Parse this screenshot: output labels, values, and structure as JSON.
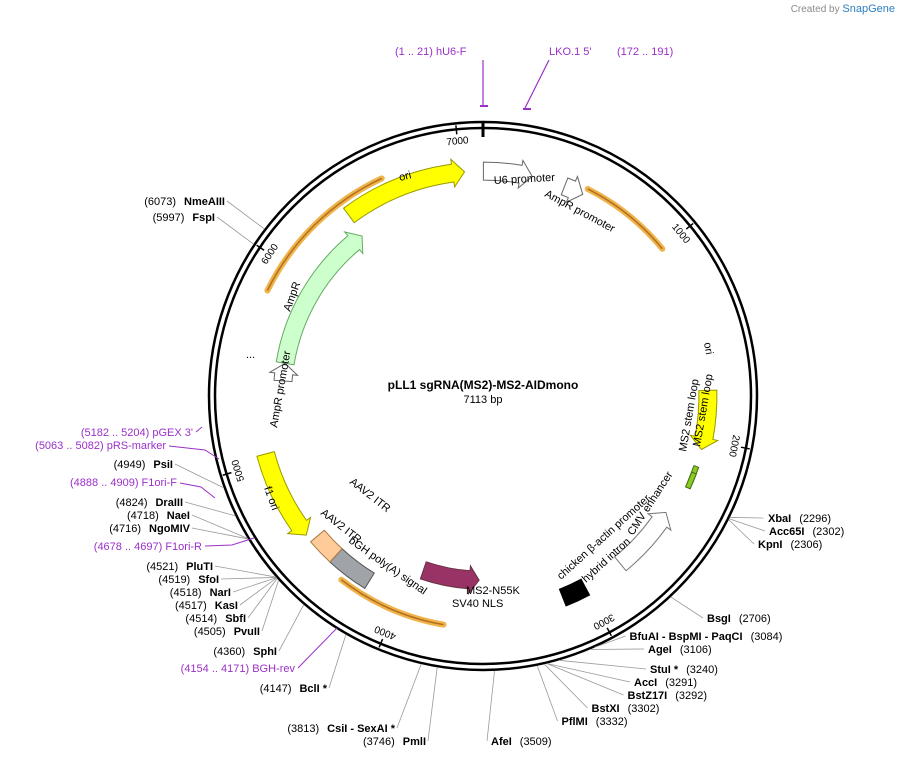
{
  "credit": {
    "prefix": "Created by",
    "brand": "SnapGene"
  },
  "plasmid": {
    "name": "pLL1 sgRNA(MS2)-MS2-AIDmono",
    "length_label": "7113 bp",
    "length_bp": 7113
  },
  "ticks": [
    {
      "bp": 1000,
      "label": "1000"
    },
    {
      "bp": 2000,
      "label": "2000"
    },
    {
      "bp": 3000,
      "label": "3000"
    },
    {
      "bp": 4000,
      "label": "4000"
    },
    {
      "bp": 5000,
      "label": "5000"
    },
    {
      "bp": 6000,
      "label": "6000"
    },
    {
      "bp": 7000,
      "label": "7000"
    }
  ],
  "features": [
    {
      "name": "ori",
      "label": "ori",
      "start": 6390,
      "end": 7020,
      "dir": 1,
      "color": "#ffff00",
      "stroke": "#999900",
      "track": 0.83
    },
    {
      "name": "u6-promoter",
      "label": "U6 promoter",
      "start": 2,
      "end": 250,
      "dir": 1,
      "color": "#ffffff",
      "stroke": "#666666",
      "track": 0.83
    },
    {
      "name": "ampr-promoter-top",
      "label": "AmpR promoter",
      "start": 420,
      "end": 520,
      "dir": 1,
      "color": "#ffffff",
      "stroke": "#666666",
      "track": 0.83
    },
    {
      "name": "ori-right",
      "label": "ori",
      "start": 1750,
      "end": 2050,
      "dir": 1,
      "color": "#ffff00",
      "stroke": "#999900",
      "track": 0.83
    },
    {
      "name": "f1-ori",
      "label": "f1 ori",
      "start": 4580,
      "end": 5040,
      "dir": -1,
      "color": "#ffff00",
      "stroke": "#999900",
      "track": 0.83
    },
    {
      "name": "ampr",
      "label": "AmpR",
      "start": 5520,
      "end": 6380,
      "dir": 1,
      "color": "#ccffcc",
      "stroke": "#66aa66",
      "track": 0.74
    },
    {
      "name": "ampr-promoter-left",
      "label": "AmpR promoter",
      "start": 5420,
      "end": 5520,
      "dir": 1,
      "color": "#ffffff",
      "stroke": "#666666",
      "track": 0.74
    },
    {
      "name": "ms2-n55k",
      "label": "MS2-N55K",
      "start": 3580,
      "end": 3930,
      "dir": -1,
      "color": "#993366",
      "stroke": "#663344",
      "track": 0.68
    },
    {
      "name": "cmv-enhancer",
      "label": "CMV enhancer",
      "start": 2420,
      "end": 2780,
      "dir": -1,
      "color": "#ffffff",
      "stroke": "#777777",
      "track": 0.8
    },
    {
      "name": "hybrid-intron",
      "label": "chicken β-actin promoter",
      "start": 3000,
      "end": 3130,
      "dir": 0,
      "color": "#000000",
      "stroke": "#000000",
      "track": 0.8
    },
    {
      "name": "bgh-polya",
      "label": "bGH poly(A) signal",
      "start": 4180,
      "end": 4400,
      "dir": 0,
      "color": "#a0a4a8",
      "stroke": "#555555",
      "track": 0.8
    },
    {
      "name": "aav2-itr",
      "label": "AAV2 ITR",
      "start": 4400,
      "end": 4540,
      "dir": 0,
      "color": "#ffcc99",
      "stroke": "#aa7744",
      "track": 0.8
    }
  ],
  "primers": [
    {
      "name": "hu6-f",
      "label": "(1 .. 21)  hU6-F",
      "bp": 11
    },
    {
      "name": "lko1-5",
      "label": "LKO.1 5'",
      "range": "(172 .. 191)",
      "bp": 181
    },
    {
      "name": "pgex-3",
      "label": "(5182 .. 5204)  pGEX 3'",
      "bp": 5193
    },
    {
      "name": "prs-marker",
      "label": "(5063 .. 5082)  pRS-marker",
      "bp": 5072
    },
    {
      "name": "f1ori-f",
      "label": "(4888 .. 4909)  F1ori-F",
      "bp": 4898
    },
    {
      "name": "f1ori-r",
      "label": "(4678 .. 4697)  F1ori-R",
      "bp": 4687
    },
    {
      "name": "bgh-rev",
      "label": "(4154 .. 4171)  BGH-rev",
      "bp": 4162
    }
  ],
  "sites": [
    {
      "name": "nmeaiii",
      "pos": "(6073)",
      "enzyme": "NmeAIII",
      "bp": 6073
    },
    {
      "name": "fspi",
      "pos": "(5997)",
      "enzyme": "FspI",
      "bp": 5997
    },
    {
      "name": "psii",
      "pos": "(4949)",
      "enzyme": "PsiI",
      "bp": 4949
    },
    {
      "name": "draiii",
      "pos": "(4824)",
      "enzyme": "DraIII",
      "bp": 4824
    },
    {
      "name": "naei",
      "pos": "(4718)",
      "enzyme": "NaeI",
      "bp": 4718
    },
    {
      "name": "ngomiv",
      "pos": "(4716)",
      "enzyme": "NgoMIV",
      "bp": 4716
    },
    {
      "name": "pluti",
      "pos": "(4521)",
      "enzyme": "PluTI",
      "bp": 4521
    },
    {
      "name": "sfoi",
      "pos": "(4519)",
      "enzyme": "SfoI",
      "bp": 4519
    },
    {
      "name": "nari",
      "pos": "(4518)",
      "enzyme": "NarI",
      "bp": 4518
    },
    {
      "name": "kasi",
      "pos": "(4517)",
      "enzyme": "KasI",
      "bp": 4517
    },
    {
      "name": "sbfi",
      "pos": "(4514)",
      "enzyme": "SbfI",
      "bp": 4514
    },
    {
      "name": "pvuii",
      "pos": "(4505)",
      "enzyme": "PvuII",
      "bp": 4505
    },
    {
      "name": "sphi",
      "pos": "(4360)",
      "enzyme": "SphI",
      "bp": 4360
    },
    {
      "name": "bcli",
      "pos": "(4147)",
      "enzyme": "BclI *",
      "bp": 4147
    },
    {
      "name": "csii-sexai",
      "pos": "(3813)",
      "enzyme": "CsiI  - SexAI *",
      "bp": 3813
    },
    {
      "name": "pmli",
      "pos": "(3746)",
      "enzyme": "PmlI",
      "bp": 3746
    },
    {
      "name": "afei",
      "pos": "(3509)",
      "enzyme": "AfeI",
      "bp": 3509
    },
    {
      "name": "pfimi",
      "pos": "(3332)",
      "enzyme": "PflMI",
      "bp": 3332
    },
    {
      "name": "bstxi",
      "pos": "(3302)",
      "enzyme": "BstXI",
      "bp": 3302
    },
    {
      "name": "bstz17i",
      "pos": "(3292)",
      "enzyme": "BstZ17I",
      "bp": 3292
    },
    {
      "name": "acci",
      "pos": "(3291)",
      "enzyme": "AccI",
      "bp": 3291
    },
    {
      "name": "stui",
      "pos": "(3240)",
      "enzyme": "StuI *",
      "bp": 3240
    },
    {
      "name": "agei",
      "pos": "(3106)",
      "enzyme": "AgeI",
      "bp": 3106
    },
    {
      "name": "bfuai",
      "pos": "(3084)",
      "enzyme": "BfuAI  - BspMI  - PaqCI",
      "bp": 3084
    },
    {
      "name": "bsgi",
      "pos": "(2706)",
      "enzyme": "BsgI",
      "bp": 2706
    },
    {
      "name": "kpni",
      "pos": "(2306)",
      "enzyme": "KpnI",
      "bp": 2306
    },
    {
      "name": "acc65i",
      "pos": "(2302)",
      "enzyme": "Acc65I",
      "bp": 2302
    },
    {
      "name": "xbai",
      "pos": "(2296)",
      "enzyme": "XbaI",
      "bp": 2296
    }
  ],
  "feature_labels": {
    "u6": "U6 promoter",
    "ampr_promoter_top": "AmpR promoter",
    "ori_top": "ori",
    "ori_right": "ori",
    "ms2_stem_1": "MS2 stem loop",
    "ms2_stem_2": "MS2 stem loop",
    "cmv": "CMV enhancer",
    "cba": "chicken β-actin promoter",
    "hybrid": "hybrid intron",
    "ms2n55k": "MS2-N55K",
    "sv40": "SV40 NLS",
    "bgh": "bGH poly(A) signal",
    "aav2_a": "AAV2 ITR",
    "aav2_b": "AAV2 ITR",
    "f1ori": "f1 ori",
    "ampr": "AmpR",
    "ampr_promoter_left": "AmpR promoter",
    "dots": "..."
  },
  "colors": {
    "primer": "#9b30c9",
    "backbone": "#000000",
    "highlight": "#f0b34a"
  }
}
